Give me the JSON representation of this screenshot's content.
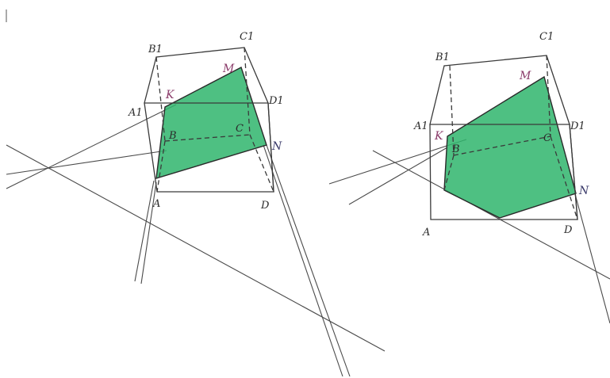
{
  "figures": [
    {
      "id": "left",
      "vertices": {
        "A": "A",
        "B": "B",
        "C": "C",
        "D": "D",
        "A1": "A1",
        "B1": "B1",
        "C1": "C1",
        "D1": "D1"
      },
      "points": {
        "K": "K",
        "M": "M",
        "N": "N"
      }
    },
    {
      "id": "right",
      "vertices": {
        "A": "A",
        "B": "B",
        "C": "C",
        "D": "D",
        "A1": "A1",
        "B1": "B1",
        "C1": "C1",
        "D1": "D1"
      },
      "points": {
        "K": "K",
        "M": "M",
        "N": "N"
      }
    }
  ],
  "colors": {
    "section": "#2fb56c",
    "line": "#3a3a3a",
    "point_label": "#8a3b6a"
  }
}
